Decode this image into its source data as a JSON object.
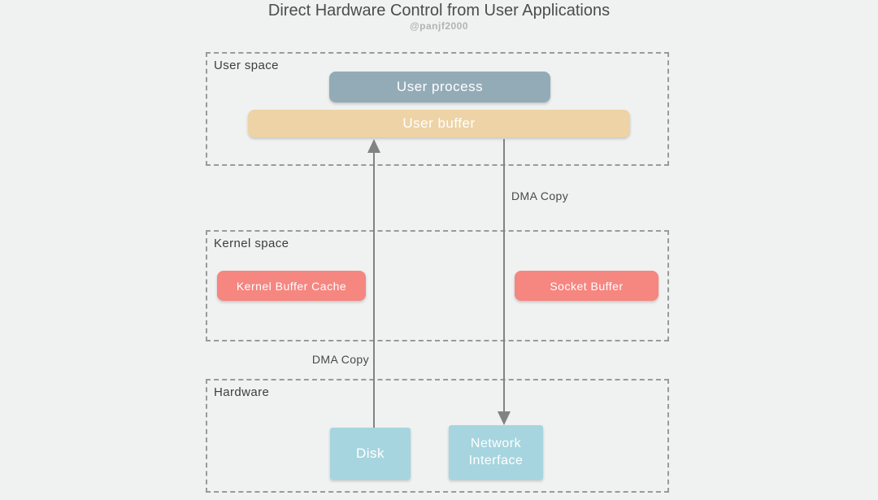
{
  "title": "Direct Hardware Control from User Applications",
  "subtitle": "@panjf2000",
  "regions": {
    "user_space": {
      "label": "User space"
    },
    "kernel_space": {
      "label": "Kernel space"
    },
    "hardware": {
      "label": "Hardware"
    }
  },
  "nodes": {
    "user_process": {
      "label": "User process",
      "color": "#93abb7"
    },
    "user_buffer": {
      "label": "User buffer",
      "color": "#edd3a5"
    },
    "kernel_buffer_cache": {
      "label": "Kernel Buffer Cache",
      "color": "#f68680"
    },
    "socket_buffer": {
      "label": "Socket Buffer",
      "color": "#f68680"
    },
    "disk": {
      "label": "Disk",
      "color": "#a6d5df"
    },
    "network_interface": {
      "label": "Network Interface",
      "color": "#a6d5df"
    }
  },
  "edges": {
    "disk_to_user_buffer": {
      "label": "DMA Copy",
      "direction": "up",
      "color": "#828282"
    },
    "user_buffer_to_network_interface": {
      "label": "DMA Copy",
      "direction": "down",
      "color": "#828282"
    }
  },
  "colors": {
    "background": "#f0f1f1",
    "region_border": "#9a9a9a",
    "title_text": "#4c4c4c",
    "subtitle_text": "#b3b3b3"
  }
}
